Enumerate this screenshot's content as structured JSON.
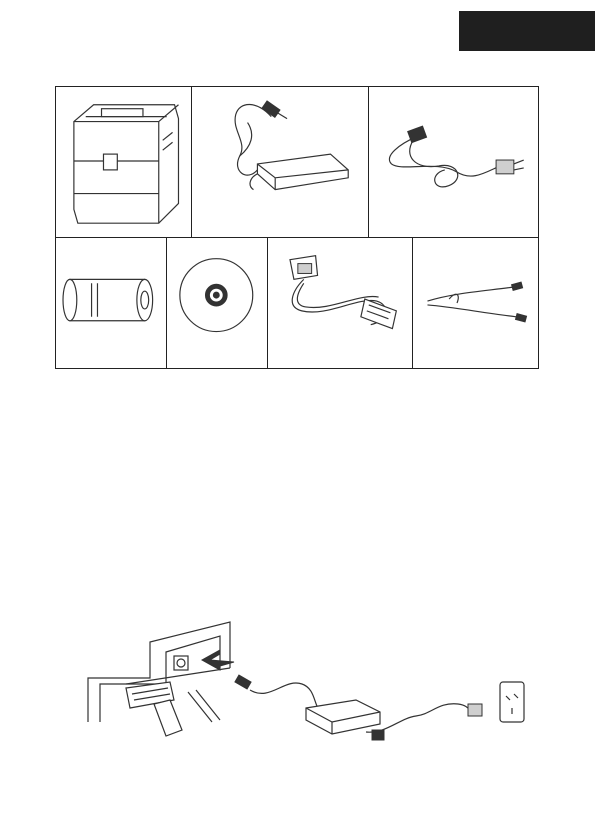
{
  "page": {
    "section_tab_color": "#1f1f1f"
  },
  "package_contents": {
    "row1": [
      {
        "item": "printer",
        "icon": "printer-icon"
      },
      {
        "item": "power-adapter",
        "icon": "power-adapter-icon"
      },
      {
        "item": "power-cord",
        "icon": "power-cord-icon"
      }
    ],
    "row2": [
      {
        "item": "paper-roll",
        "icon": "paper-roll-icon"
      },
      {
        "item": "driver-cd",
        "icon": "cd-icon"
      },
      {
        "item": "parallel-cable",
        "icon": "parallel-cable-icon"
      },
      {
        "item": "usb-cable",
        "icon": "usb-cable-icon"
      }
    ]
  },
  "connection_illustration": {
    "icon": "power-connection-diagram-icon"
  }
}
